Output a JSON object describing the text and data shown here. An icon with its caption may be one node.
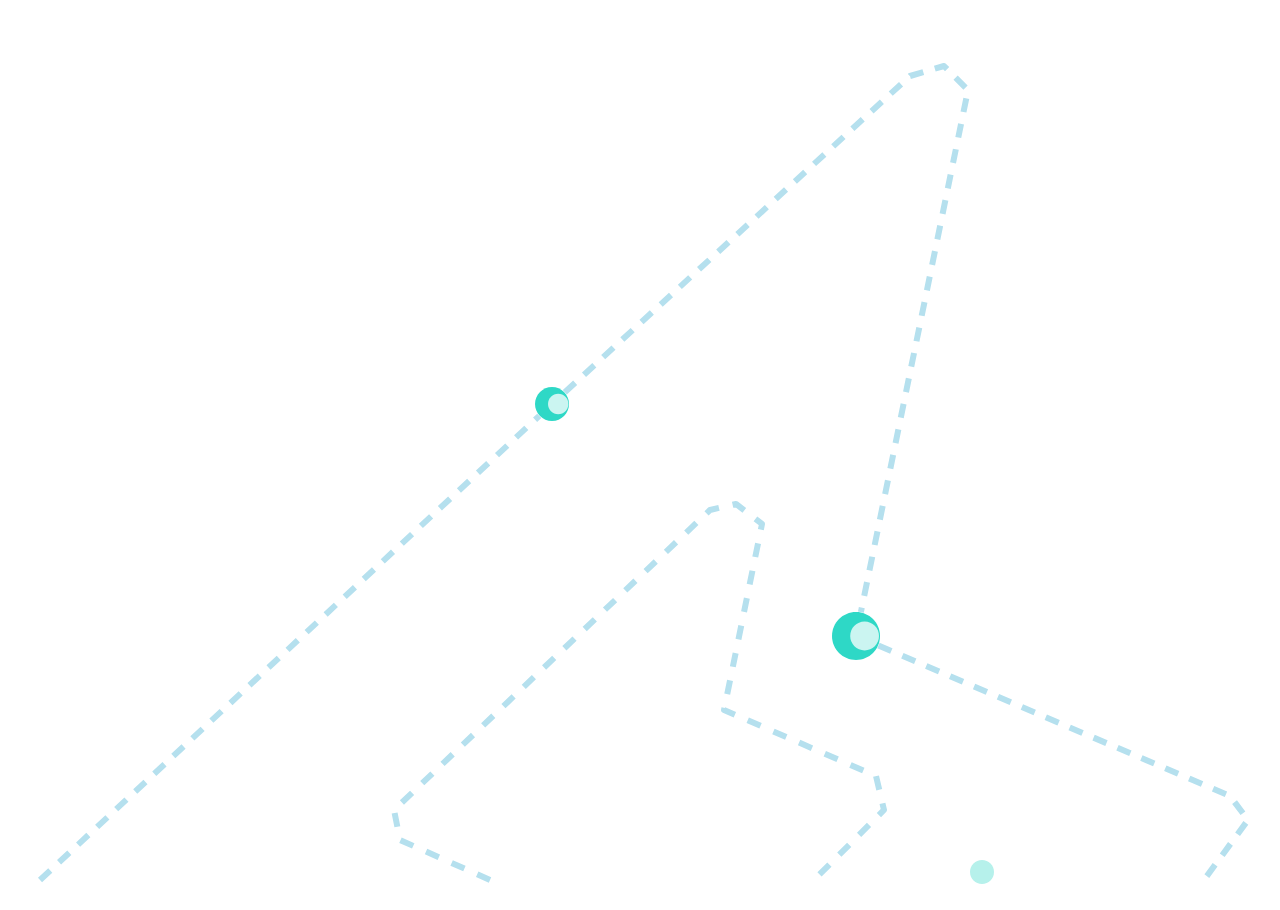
{
  "diagram": {
    "nodes": [
      {
        "text": [],
        "shape": "circle"
      },
      {
        "text": [],
        "shape": "circle"
      }
    ],
    "edges": [
      {
        "from": null,
        "to": 0,
        "arrow": "none",
        "style": "dashed"
      },
      {
        "from": 0,
        "to": 1,
        "arrow": "none",
        "style": "dashed"
      },
      {
        "from": 1,
        "to": null,
        "arrow": "none",
        "style": "dashed"
      }
    ]
  }
}
